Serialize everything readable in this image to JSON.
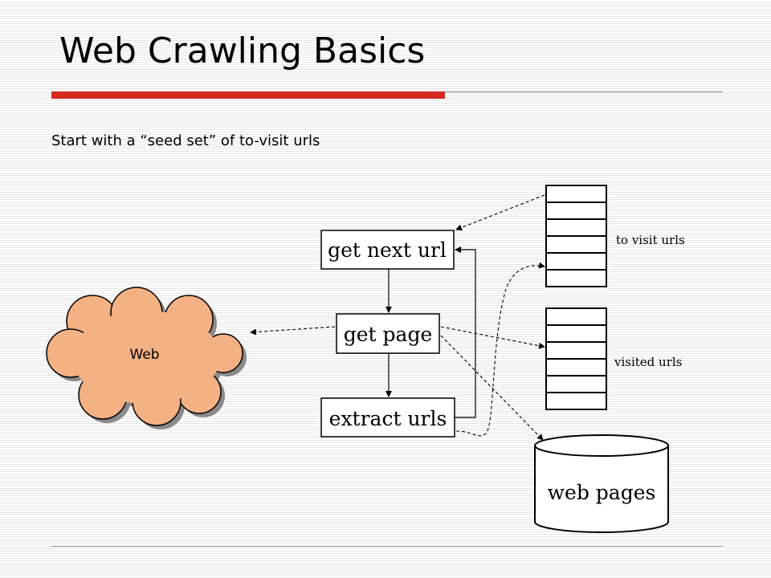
{
  "slide": {
    "title": "Web Crawling Basics",
    "subtitle": "Start with a “seed set” of to-visit urls"
  },
  "diagram": {
    "cloud": {
      "label": "Web",
      "fill": "#f4b183"
    },
    "steps": [
      {
        "label": "get next url"
      },
      {
        "label": "get page"
      },
      {
        "label": "extract urls"
      }
    ],
    "queues": [
      {
        "label": "to visit urls",
        "slots": 6
      },
      {
        "label": "visited urls",
        "slots": 6
      }
    ],
    "store": {
      "label": "web pages"
    }
  },
  "colors": {
    "accent": "#d42a1f",
    "cloud": "#f4b183"
  }
}
